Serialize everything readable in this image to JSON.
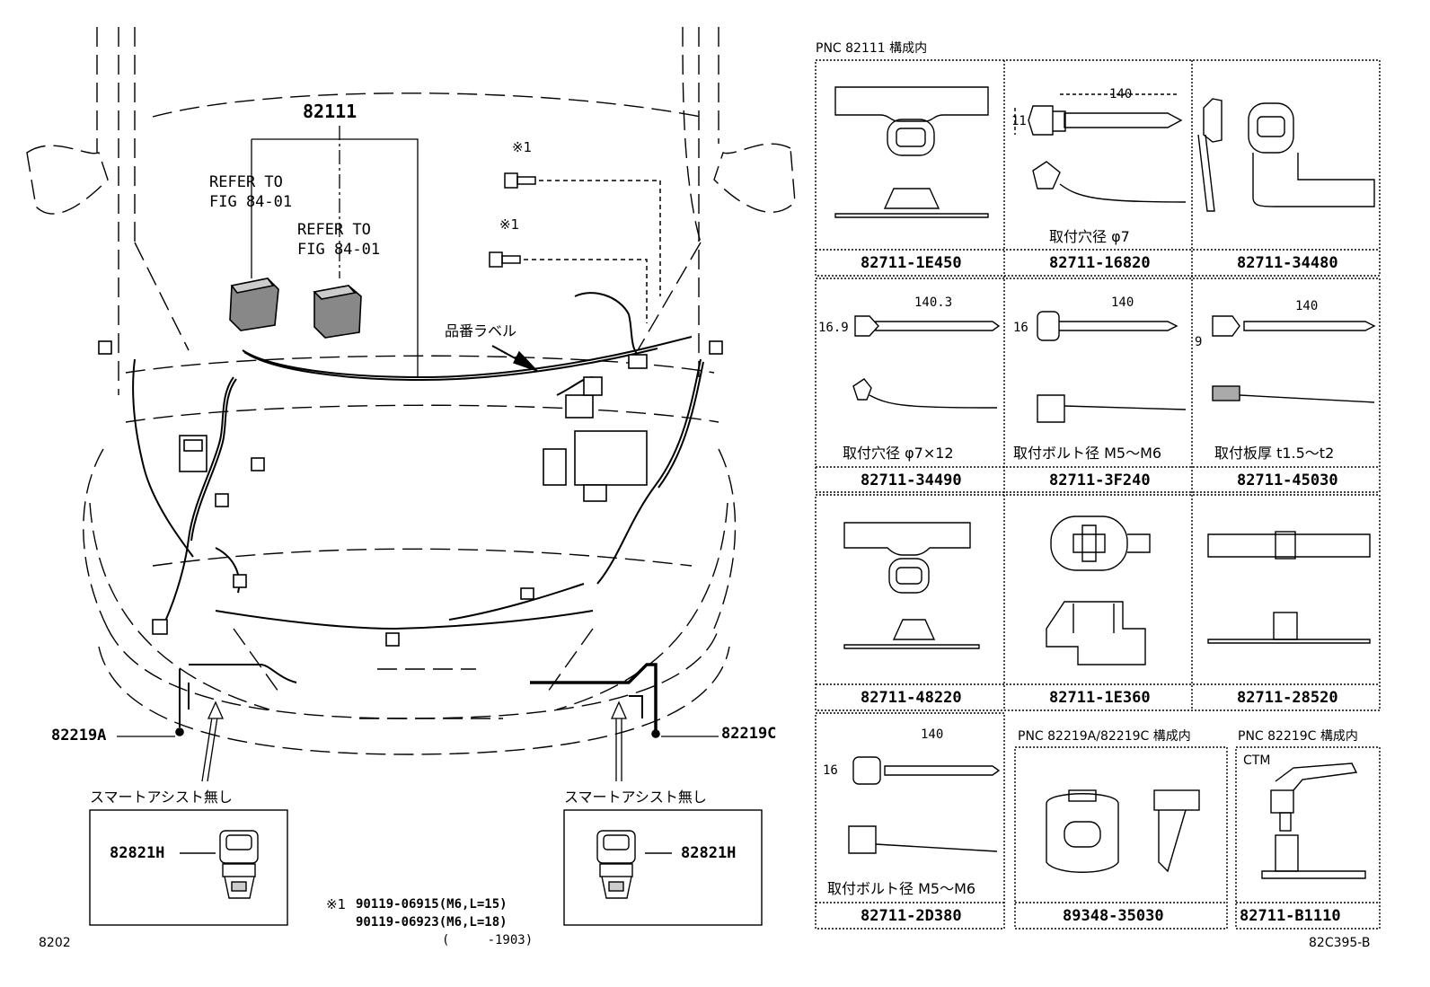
{
  "left": {
    "main_part": "82111",
    "refer_1": "REFER TO\nFIG 84-01",
    "refer_2": "REFER TO\nFIG 84-01",
    "marker_1": "※1",
    "marker_2": "※1",
    "label_note": "品番ラベル",
    "part_a": "82219A",
    "part_c": "82219C",
    "note_left": "スマートアシスト無し",
    "note_right": "スマートアシスト無し",
    "inset_left_part": "82821H",
    "inset_right_part": "82821H",
    "footnote_marker": "※1",
    "footnote_1": "90119-06915(M6,L=15)",
    "footnote_2": "90119-06923(M6,L=18)",
    "footnote_3": "(     -1903)",
    "page_code": "8202",
    "figure_code": "82C395-B"
  },
  "right": {
    "group_title": "PNC 82111 構成内",
    "cells": [
      {
        "part": "82711-1E450",
        "caption": ""
      },
      {
        "part": "82711-16820",
        "caption": "取付穴径 φ7",
        "dims": [
          "140",
          "11"
        ]
      },
      {
        "part": "82711-34480",
        "caption": ""
      },
      {
        "part": "82711-34490",
        "caption": "取付穴径 φ7×12",
        "dims": [
          "140.3",
          "16.9"
        ]
      },
      {
        "part": "82711-3F240",
        "caption": "取付ボルト径 M5～M6",
        "dims": [
          "140",
          "16"
        ]
      },
      {
        "part": "82711-45030",
        "caption": "取付板厚 t1.5～t2",
        "dims": [
          "140",
          "9"
        ]
      },
      {
        "part": "82711-48220",
        "caption": ""
      },
      {
        "part": "82711-1E360",
        "caption": ""
      },
      {
        "part": "82711-28520",
        "caption": ""
      },
      {
        "part": "82711-2D380",
        "caption": "取付ボルト径 M5～M6",
        "dims": [
          "140",
          "16"
        ]
      }
    ],
    "group2_title": "PNC 82219A/82219C 構成内",
    "group2_part": "89348-35030",
    "group3_title": "PNC 82219C 構成内",
    "group3_sub": "CTM",
    "group3_part": "82711-B1110"
  }
}
